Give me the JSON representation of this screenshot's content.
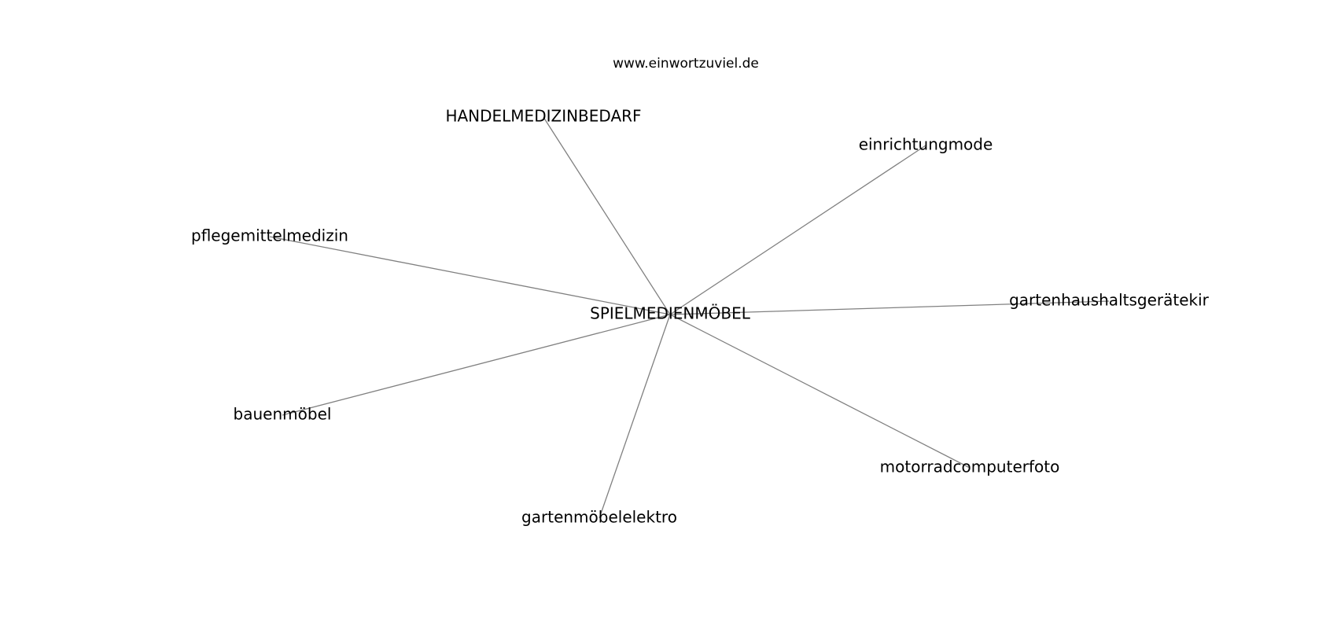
{
  "site": "www.einwortzuviel.de",
  "center": "SPIELMEDIENMÖBEL",
  "nodes": [
    "HANDELMEDIZINBEDARF",
    "einrichtungmode",
    "pflegemittelmedizin",
    "gartenhaushaltsgerätekir",
    "bauenmöbel",
    "motorradcomputerfoto",
    "gartenmöbelelektro"
  ],
  "colors": {
    "edge": "#808080",
    "text": "#000000",
    "background": "#ffffff"
  }
}
